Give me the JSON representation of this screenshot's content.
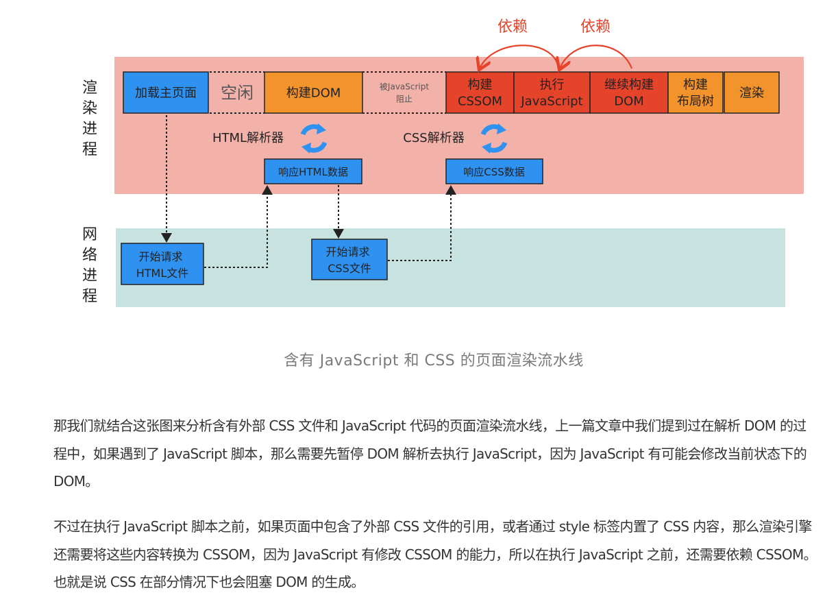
{
  "diagram": {
    "render_lane_label": "渲染进程",
    "network_lane_label": "网络进程",
    "pipeline": [
      {
        "lines": [
          "加载主页面"
        ],
        "color": "#2f92f0"
      },
      {
        "lines": [
          "空闲"
        ],
        "color": "none"
      },
      {
        "lines": [
          "构建DOM"
        ],
        "color": "#f2932b"
      },
      {
        "lines": [
          "被JavaScript",
          "阻止"
        ],
        "color": "none"
      },
      {
        "lines": [
          "构建",
          "CSSOM"
        ],
        "color": "#e5432a"
      },
      {
        "lines": [
          "执行",
          "JavaScript"
        ],
        "color": "#e5432a"
      },
      {
        "lines": [
          "继续构建",
          "DOM"
        ],
        "color": "#e5432a"
      },
      {
        "lines": [
          "构建",
          "布局树"
        ],
        "color": "#f2932b"
      },
      {
        "lines": [
          "渲染"
        ],
        "color": "#f2932b"
      }
    ],
    "dependency_label_1": "依赖",
    "dependency_label_2": "依赖",
    "html_parser_label": "HTML解析器",
    "css_parser_label": "CSS解析器",
    "respond_html": "响应HTML数据",
    "respond_css": "响应CSS数据",
    "request_html": [
      "开始请求",
      "HTML文件"
    ],
    "request_css": [
      "开始请求",
      "CSS文件"
    ],
    "colors": {
      "render_band": "#f2b2a9",
      "network_band": "#c8e3df",
      "blue_box": "#2f92f0",
      "orange_box": "#f2932b",
      "red_box": "#e5432a",
      "arrow_red": "#e5432a",
      "cycle_icon": "#2f92f0"
    }
  },
  "caption": "含有 JavaScript 和 CSS 的页面渲染流水线",
  "paragraphs": [
    "那我们就结合这张图来分析含有外部 CSS 文件和 JavaScript 代码的页面渲染流水线，上一篇文章中我们提到过在解析 DOM 的过程中，如果遇到了 JavaScript 脚本，那么需要先暂停 DOM 解析去执行 JavaScript，因为 JavaScript 有可能会修改当前状态下的 DOM。",
    "不过在执行 JavaScript 脚本之前，如果页面中包含了外部 CSS 文件的引用，或者通过 style 标签内置了 CSS 内容，那么渲染引擎还需要将这些内容转换为 CSSOM，因为 JavaScript 有修改 CSSOM 的能力，所以在执行 JavaScript 之前，还需要依赖 CSSOM。也就是说 CSS 在部分情况下也会阻塞 DOM 的生成。"
  ]
}
